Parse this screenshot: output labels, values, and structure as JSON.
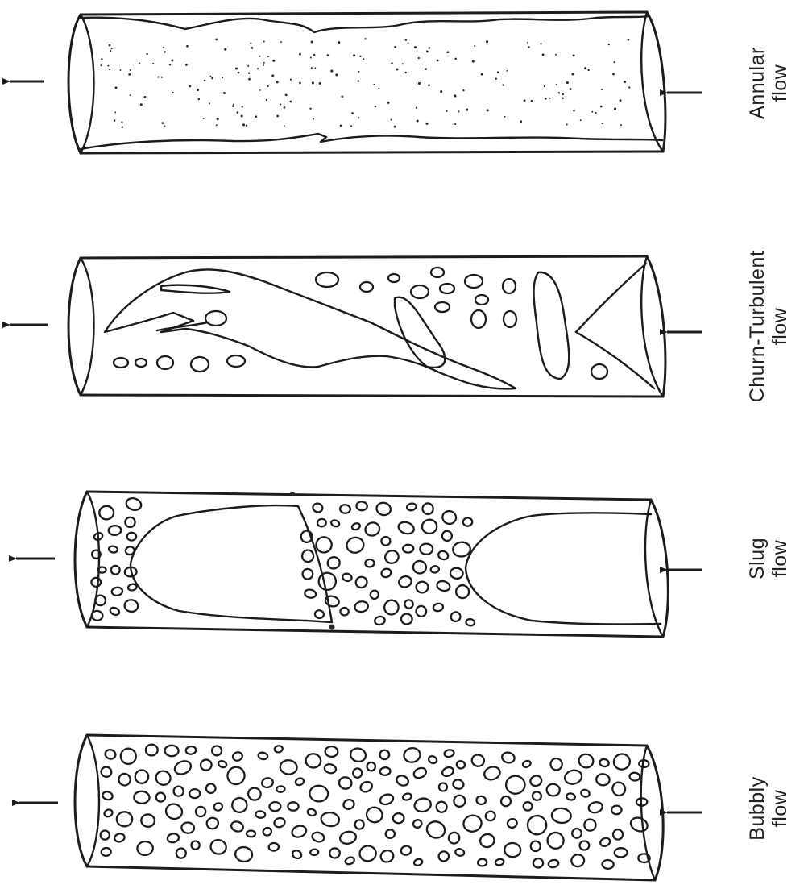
{
  "diagram": {
    "panels": [
      {
        "id": "annular",
        "label_line1": "Annular",
        "label_line2": "flow"
      },
      {
        "id": "churn",
        "label_line1": "Churn-Turbulent",
        "label_line2": "flow"
      },
      {
        "id": "slug",
        "label_line1": "Slug",
        "label_line2": "flow"
      },
      {
        "id": "bubbly",
        "label_line1": "Bubbly",
        "label_line2": "flow"
      }
    ]
  }
}
